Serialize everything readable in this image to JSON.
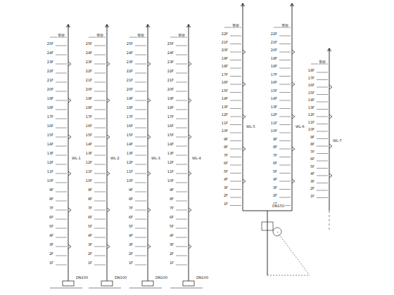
{
  "diagram": {
    "labels": [
      "屋面",
      "25F",
      "24F",
      "23F",
      "22F",
      "21F",
      "20F",
      "19F",
      "18F",
      "17F",
      "16F",
      "15F",
      "14F",
      "13F",
      "12F",
      "11F",
      "10F",
      "9F",
      "8F",
      "7F",
      "6F",
      "5F",
      "4F",
      "3F",
      "2F",
      "1F",
      "WL-1",
      "DN100",
      "屋面",
      "25F",
      "24F",
      "23F",
      "22F",
      "21F",
      "20F",
      "19F",
      "18F",
      "17F",
      "16F",
      "15F",
      "14F",
      "13F",
      "12F",
      "11F",
      "10F",
      "9F",
      "8F",
      "7F",
      "6F",
      "5F",
      "4F",
      "3F",
      "2F",
      "1F",
      "WL-2",
      "DN100",
      "屋面",
      "25F",
      "24F",
      "23F",
      "22F",
      "21F",
      "20F",
      "19F",
      "18F",
      "17F",
      "16F",
      "15F",
      "14F",
      "13F",
      "12F",
      "11F",
      "10F",
      "9F",
      "8F",
      "7F",
      "6F",
      "5F",
      "4F",
      "3F",
      "2F",
      "1F",
      "WL-3",
      "DN100",
      "屋面",
      "25F",
      "24F",
      "23F",
      "22F",
      "21F",
      "20F",
      "19F",
      "18F",
      "17F",
      "16F",
      "15F",
      "14F",
      "13F",
      "12F",
      "11F",
      "10F",
      "9F",
      "8F",
      "7F",
      "6F",
      "5F",
      "4F",
      "3F",
      "2F",
      "1F",
      "WL-4",
      "DN100",
      "屋面",
      "22F",
      "21F",
      "20F",
      "19F",
      "18F",
      "17F",
      "16F",
      "15F",
      "14F",
      "13F",
      "12F",
      "11F",
      "10F",
      "9F",
      "8F",
      "7F",
      "6F",
      "5F",
      "4F",
      "3F",
      "2F",
      "1F",
      "WL-5",
      "屋面",
      "22F",
      "21F",
      "20F",
      "19F",
      "18F",
      "17F",
      "16F",
      "15F",
      "14F",
      "13F",
      "12F",
      "11F",
      "10F",
      "9F",
      "8F",
      "7F",
      "6F",
      "5F",
      "4F",
      "3F",
      "2F",
      "1F",
      "WL-6",
      "屋面",
      "18F",
      "17F",
      "16F",
      "15F",
      "14F",
      "13F",
      "12F",
      "11F",
      "10F",
      "9F",
      "8F",
      "7F",
      "6F",
      "5F",
      "4F",
      "3F",
      "2F",
      "1F",
      "WL-7",
      "DN150"
    ]
  }
}
